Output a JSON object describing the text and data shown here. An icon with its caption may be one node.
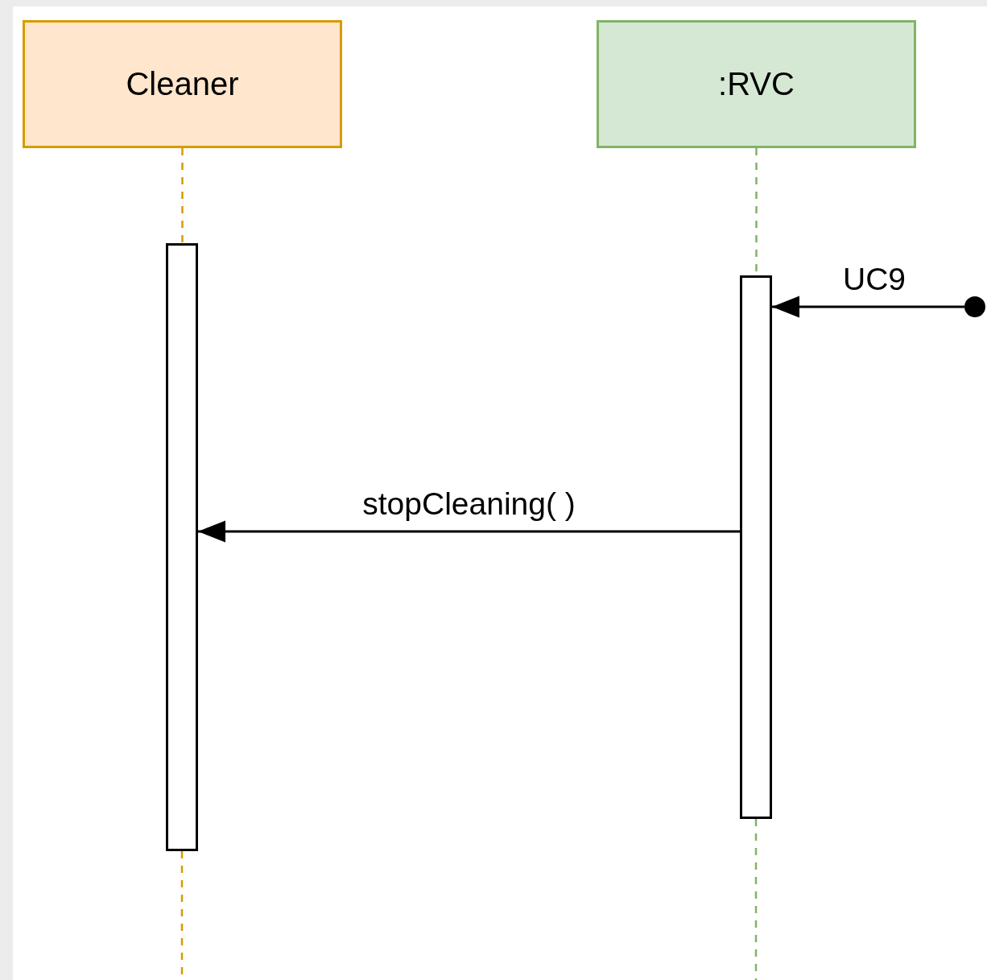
{
  "diagram": {
    "nodes": [
      {
        "text": [
          "Cleaner"
        ]
      },
      {
        "text": [
          ":RVC"
        ]
      },
      {
        "text": [],
        "shape": "bar"
      },
      {
        "text": [],
        "shape": "bar"
      },
      {
        "text": [],
        "shape": "circle"
      }
    ],
    "edges": [
      {
        "from": 0,
        "to": 2,
        "arrow": "none",
        "style": "dashed",
        "color": "#d79b00"
      },
      {
        "from": 2,
        "to": null,
        "arrow": "none",
        "style": "dashed",
        "color": "#d79b00"
      },
      {
        "from": 1,
        "to": 3,
        "arrow": "none",
        "style": "dashed",
        "color": "#82b366"
      },
      {
        "from": 3,
        "to": null,
        "arrow": "none",
        "style": "dashed",
        "color": "#82b366"
      },
      {
        "from": 4,
        "to": 3,
        "arrow": "to",
        "label": "UC9",
        "color": "#000000"
      },
      {
        "from": 3,
        "to": 2,
        "arrow": "to",
        "label": "stopCleaning( )",
        "color": "#000000"
      }
    ]
  }
}
